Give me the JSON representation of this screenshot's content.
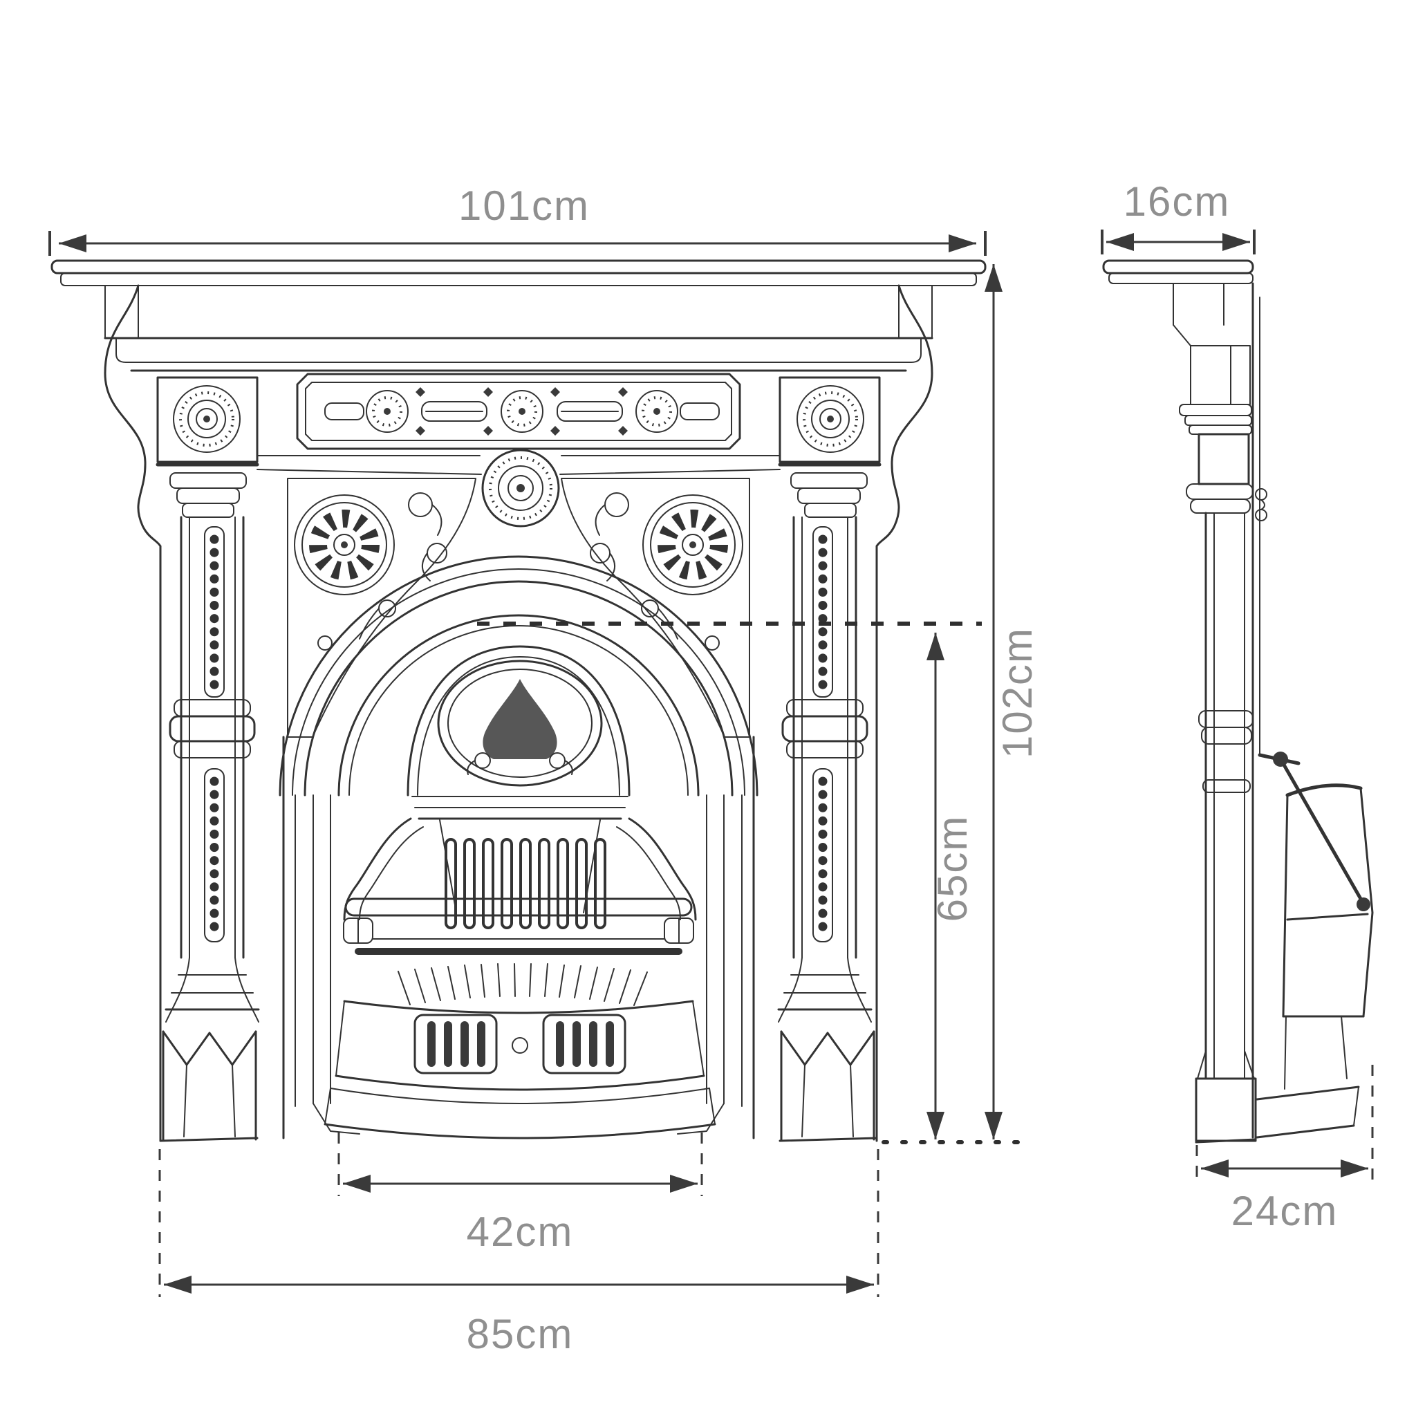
{
  "diagram": {
    "type": "technical-dimension-drawing",
    "subject": "Victorian cast iron combination fireplace - front and side elevations",
    "background_color": "#ffffff",
    "line_color": "#333333",
    "label_color": "#8f8f8f",
    "views": [
      {
        "id": "front",
        "name": "front elevation"
      },
      {
        "id": "side",
        "name": "side elevation"
      }
    ],
    "dimensions": {
      "overall_width": {
        "label": "101cm",
        "orientation": "horizontal",
        "view": "front"
      },
      "shelf_depth": {
        "label": "16cm",
        "orientation": "horizontal",
        "view": "side"
      },
      "overall_height": {
        "label": "102cm",
        "orientation": "vertical",
        "view": "front"
      },
      "opening_height": {
        "label": "65cm",
        "orientation": "vertical",
        "view": "front"
      },
      "opening_width": {
        "label": "42cm",
        "orientation": "horizontal",
        "view": "front"
      },
      "base_width": {
        "label": "85cm",
        "orientation": "horizontal",
        "view": "front"
      },
      "base_depth": {
        "label": "24cm",
        "orientation": "horizontal",
        "view": "side"
      }
    }
  }
}
